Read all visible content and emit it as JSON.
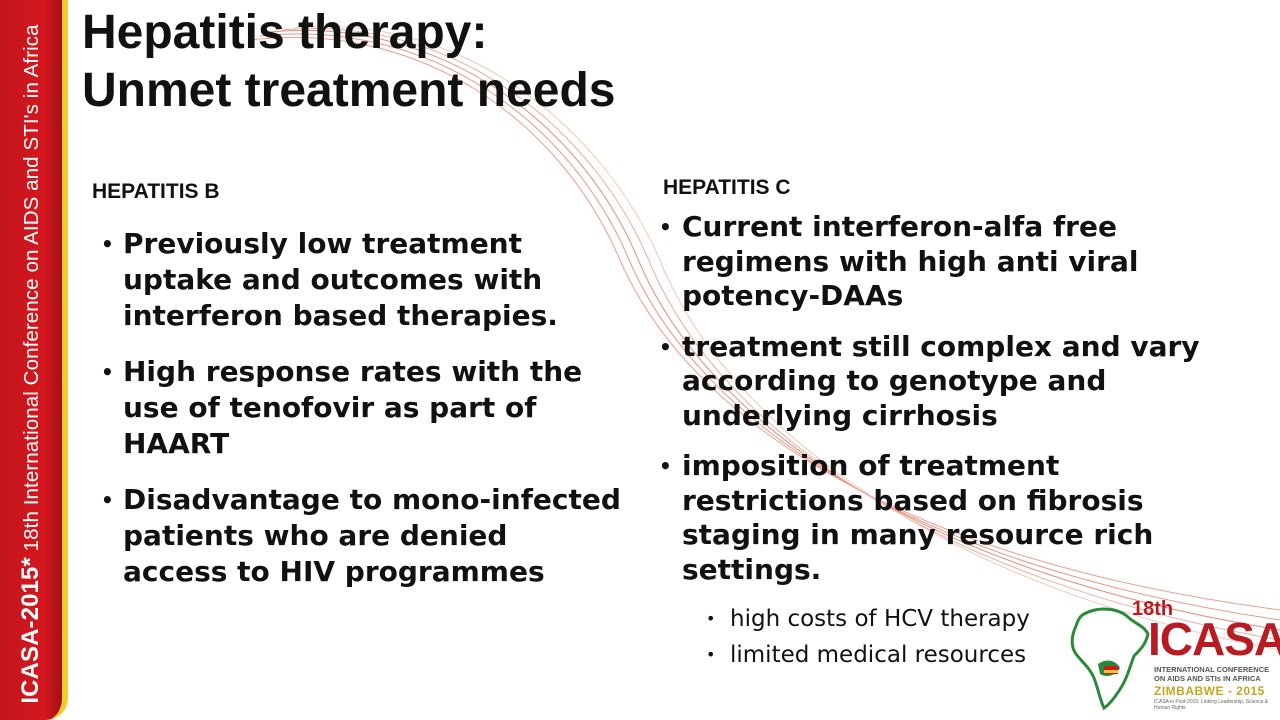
{
  "sidebar": {
    "conference_bold": "ICASA-2015*",
    "conference_rest": " 18th International Conference on AIDS and STI's in Africa"
  },
  "title": {
    "line1": "Hepatitis therapy:",
    "line2": "Unmet treatment needs"
  },
  "hepatitis_b": {
    "heading": "HEPATITIS B",
    "bullets": [
      "Previously low treatment uptake and outcomes with interferon based therapies.",
      "High response rates with the use of tenofovir as part of HAART",
      "Disadvantage to mono-infected patients who are denied access to HIV programmes"
    ]
  },
  "hepatitis_c": {
    "heading": "HEPATITIS C",
    "bullets": [
      "Current interferon-alfa free regimens with high anti viral potency-DAAs",
      "treatment still complex and vary according to genotype and underlying cirrhosis",
      "imposition of treatment restrictions based on fibrosis staging in many resource rich settings."
    ],
    "sub_bullets": [
      "high costs of HCV therapy",
      "limited medical resources"
    ]
  },
  "logo": {
    "edition": "18th",
    "name": "ICASA",
    "subtitle": "INTERNATIONAL CONFERENCE ON AIDS AND STIs IN AFRICA",
    "host": "ZIMBABWE - 2015",
    "tagline": "ICASA in Post-2015: Linking Leadership, Science & Human Rights"
  },
  "colors": {
    "band_red": "#c3161c",
    "band_border": "#f2cc2c",
    "text": "#111111"
  }
}
